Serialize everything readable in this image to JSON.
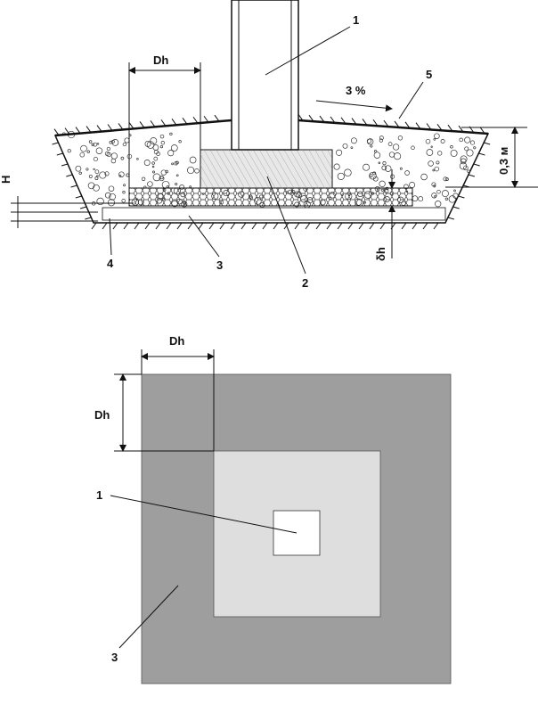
{
  "section": {
    "callouts": [
      "1",
      "2",
      "3",
      "4",
      "5"
    ],
    "dim_dh": "Dh",
    "slope": "3 %",
    "depth": "0,3 м",
    "dim_H": "H",
    "dim_delta_h": "δh"
  },
  "plan": {
    "dim_dh_horizontal": "Dh",
    "dim_dh_vertical": "Dh",
    "callouts": [
      "1",
      "3"
    ]
  },
  "colors": {
    "plan_outer": "#9e9e9e",
    "plan_inner": "#dedede",
    "plan_core": "#ffffff",
    "footing_fill": "#e8e8e8",
    "line": "#111111"
  }
}
